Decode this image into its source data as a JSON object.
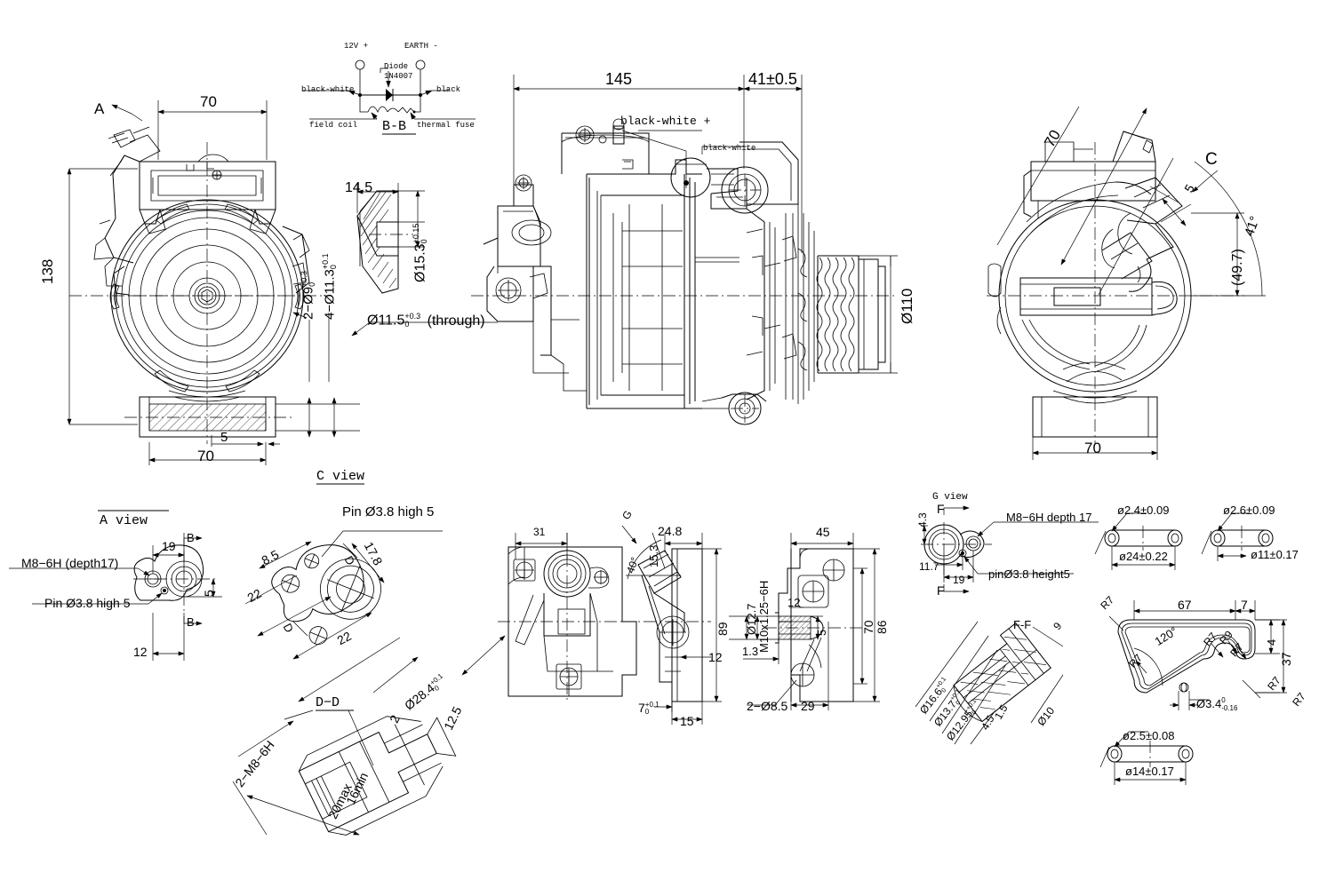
{
  "document": {
    "type": "engineering-drawing",
    "subject": "Automotive A/C compressor — multi-view dimensioned drawing",
    "background_color": "#ffffff",
    "line_color": "#000000"
  },
  "wiring_diagram": {
    "section_label": "B-B",
    "terminal_left": "12V +",
    "terminal_right": "EARTH -",
    "diode_label_line1": "Diode",
    "diode_label_line2": "1N4007",
    "wire_left": "black-white",
    "wire_right": "black",
    "coil_label": "field coil",
    "fuse_label": "thermal fuse"
  },
  "front_view": {
    "arrow_label": "A",
    "dim_width_top": "70",
    "dim_height": "138",
    "dim_holes_2": "2−Ø9",
    "dim_holes_2_tol_upper": "+0.3",
    "dim_holes_2_tol_lower": "0",
    "dim_holes_4": "4−Ø11.3",
    "dim_holes_4_tol_upper": "+0.1",
    "dim_holes_4_tol_lower": "0",
    "dim_base_width": "70",
    "dim_base_offset": "5",
    "view_caption": "C view"
  },
  "bb_detail": {
    "dim_width": "14.5",
    "dim_dia": "Ø15.3",
    "dim_dia_tol_upper": "+0.15",
    "dim_dia_tol_lower": "0",
    "through_note": "Ø11.5",
    "through_note_tol_upper": "+0.3",
    "through_note_tol_lower": "0",
    "through_note_suffix": "(through)"
  },
  "side_view": {
    "dim_overall": "145",
    "dim_pulley": "41±0.5",
    "label_positive": "black-white +",
    "label_negative": "black-white",
    "dim_pulley_dia": "Ø110"
  },
  "rear_view": {
    "dim_diag": "70",
    "dim_small": "5",
    "label_c": "C",
    "dim_angle": "41°",
    "dim_bracket": "(49.7)",
    "dim_base_width": "70"
  },
  "a_view": {
    "title": "A view",
    "thread_note": "M8−6H (depth17)",
    "pin_note": "Pin Ø3.8 high 5",
    "dim_19": "19",
    "dim_12": "12",
    "dim_5": "5",
    "section_mark_top": "B",
    "section_mark_bottom": "B"
  },
  "flange_view": {
    "pin_note": "Pin Ø3.8 high 5",
    "dim_8_5": "8.5",
    "dim_22_left": "22",
    "dim_22_bottom": "22",
    "dim_17_8": "17.8",
    "section_mark_right": "D",
    "section_mark_left": "D",
    "dim_28_4": "Ø28.4",
    "dim_28_4_tol_upper": "+0.1",
    "dim_28_4_tol_lower": "0"
  },
  "dd_section": {
    "title": "D−D",
    "thread_note": "2−M8−6H",
    "dim_2": "2",
    "dim_12_5": "12.5",
    "dim_16min": "16min",
    "dim_20max": "20max"
  },
  "bracket_front": {
    "dim_31": "31"
  },
  "bracket_side": {
    "mark_g": "G",
    "dim_24_8": "24.8",
    "dim_15_3": "15.3",
    "dim_40deg": "40°",
    "dim_89": "89",
    "dim_12": "12",
    "dim_7": "7",
    "dim_7_tol_upper": "+0.1",
    "dim_7_tol_lower": "0",
    "dim_15": "15"
  },
  "mount_plate": {
    "dim_45": "45",
    "dim_86": "86",
    "dim_70": "70",
    "dim_12_7": "Ø12.7",
    "thread_note": "M10x1.25−6H",
    "dim_12": "12",
    "dim_5": "5",
    "dim_1_3": "1.3",
    "dim_holes": "2−Ø8.5",
    "dim_29": "29"
  },
  "g_view": {
    "title": "G view",
    "dim_4_3": "4.3",
    "thread_note": "M8−6H depth 17",
    "pin_note": "pinØ3.8 height5",
    "dim_11_7": "11.7",
    "dim_19": "19",
    "mark_f_top": "F",
    "mark_f_bottom": "F"
  },
  "ff_section": {
    "title": "F-F",
    "dim_16_6": "Ø16.6",
    "dim_16_6_tol_upper": "+0.1",
    "dim_16_6_tol_lower": "0",
    "dim_13_7": "Ø13.7",
    "dim_13_7_tol_upper": "+0.1",
    "dim_13_7_tol_lower": "0",
    "dim_12_95": "Ø12.95",
    "dim_12_95_tol_upper": "+0.1",
    "dim_12_95_tol_lower": "0",
    "dim_1_5": "1.5",
    "dim_4_5": "4.5",
    "dim_10": "Ø10",
    "dim_9": "9"
  },
  "orings": [
    {
      "name": "oring-24",
      "cord_dia": "ø2.4±0.09",
      "inner_dia": "ø24±0.22"
    },
    {
      "name": "oring-11",
      "cord_dia": "ø2.6±0.09",
      "inner_dia": "ø11±0.17"
    },
    {
      "name": "oring-14",
      "cord_dia": "ø2.5±0.08",
      "inner_dia": "ø14±0.17"
    }
  ],
  "gasket": {
    "dim_67": "67",
    "dim_7": "7",
    "dim_4": "4",
    "dim_37": "37",
    "dim_angle": "120°",
    "dim_hole": "Ø3.4",
    "dim_hole_tol_upper": "0",
    "dim_hole_tol_lower": "-0.16",
    "radius_labels": [
      "R7",
      "R7",
      "R9",
      "R7",
      "R7",
      "R7",
      "R7"
    ]
  }
}
